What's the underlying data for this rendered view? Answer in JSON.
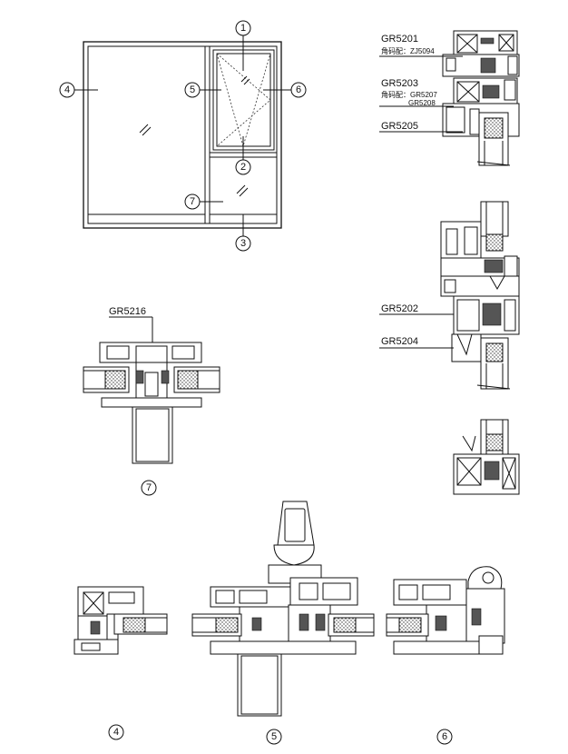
{
  "callouts": {
    "c1": "1",
    "c2": "2",
    "c3": "3",
    "c4": "4",
    "c5": "5",
    "c6": "6",
    "c7": "7"
  },
  "profiles": {
    "gr5201": "GR5201",
    "gr5201_note": "角码配：ZJ5094",
    "gr5203": "GR5203",
    "gr5203_note": "角码配：GR5207",
    "gr5203_note2": "GR5208",
    "gr5205": "GR5205",
    "gr5202": "GR5202",
    "gr5204": "GR5204",
    "gr5216": "GR5216"
  },
  "section_numbers": {
    "s4": "4",
    "s5": "5",
    "s6": "6",
    "s7": "7"
  }
}
